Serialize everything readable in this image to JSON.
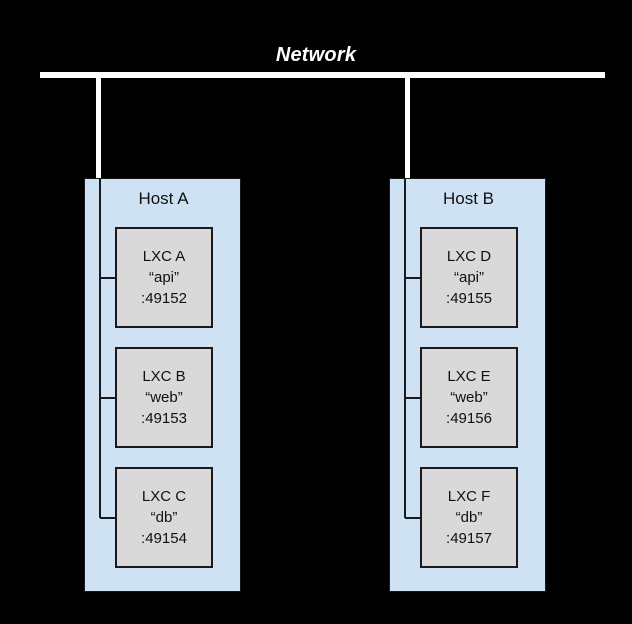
{
  "diagram": {
    "network": {
      "label": "Network"
    },
    "hosts": [
      {
        "name": "Host A",
        "containers": [
          {
            "name": "LXC A",
            "alias": "“api”",
            "port": ":49152"
          },
          {
            "name": "LXC B",
            "alias": "“web”",
            "port": ":49153"
          },
          {
            "name": "LXC C",
            "alias": "“db”",
            "port": ":49154"
          }
        ]
      },
      {
        "name": "Host B",
        "containers": [
          {
            "name": "LXC D",
            "alias": "“api”",
            "port": ":49155"
          },
          {
            "name": "LXC E",
            "alias": "“web”",
            "port": ":49156"
          },
          {
            "name": "LXC F",
            "alias": "“db”",
            "port": ":49157"
          }
        ]
      }
    ],
    "colors": {
      "background": "#000000",
      "network_line": "#ffffff",
      "host_fill": "#cfe2f3",
      "container_fill": "#d9d9d9",
      "stroke": "#1a1a1a",
      "text": "#101010"
    }
  }
}
